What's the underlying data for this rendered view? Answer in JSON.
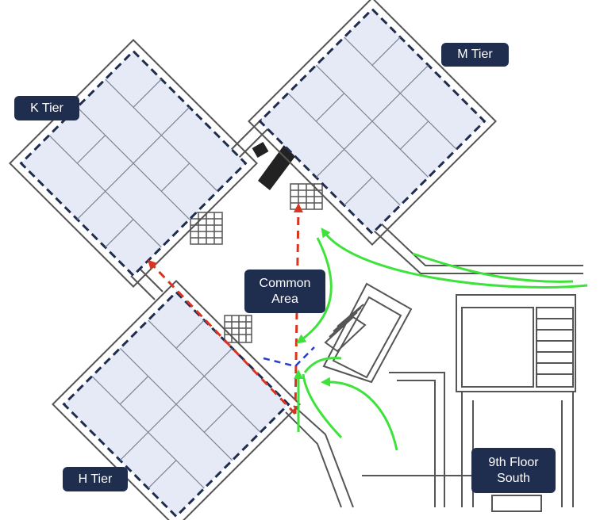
{
  "labels": {
    "m_tier": "M Tier",
    "k_tier": "K Tier",
    "h_tier": "H Tier",
    "common_area_line1": "Common",
    "common_area_line2": "Area",
    "floor_line1": "9th Floor",
    "floor_line2": "South"
  },
  "colors": {
    "label_bg": "#1f2d4f",
    "label_text": "#ffffff",
    "tier_fill": "#e6eaf6",
    "tier_border": "#1f2d4f",
    "wall": "#555555",
    "green_path": "#3de23a",
    "red_path": "#d9341f",
    "blue_path": "#2a3dc9"
  }
}
